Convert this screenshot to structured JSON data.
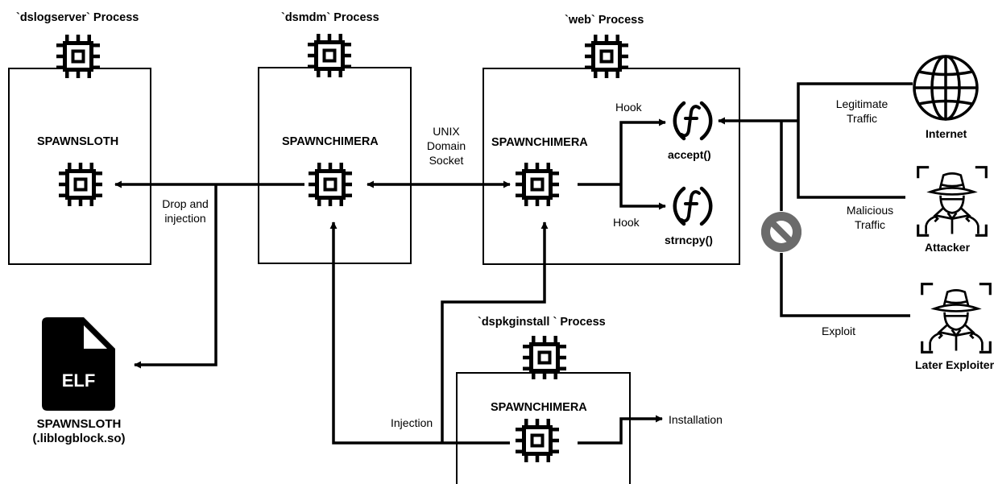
{
  "processes": {
    "dslogserver": "`dslogserver` Process",
    "dsmdm": "`dsmdm` Process",
    "web": "`web` Process",
    "dspkginstall": "`dspkginstall ` Process"
  },
  "boxes": {
    "dslogserver": "SPAWNSLOTH",
    "dsmdm": "SPAWNCHIMERA",
    "web": "SPAWNCHIMERA",
    "dspkginstall": "SPAWNCHIMERA"
  },
  "edges": {
    "drop_injection": [
      "Drop and",
      "injection"
    ],
    "unix_socket": [
      "UNIX",
      "Domain",
      "Socket"
    ],
    "hook_top": "Hook",
    "hook_bottom": "Hook",
    "injection": "Injection",
    "installation": "Installation",
    "legit_traffic": [
      "Legitimate",
      "Traffic"
    ],
    "malicious_traffic": [
      "Malicious",
      "Traffic"
    ],
    "exploit": "Exploit"
  },
  "functions": {
    "accept": "accept()",
    "strncpy": "strncpy()"
  },
  "elf": {
    "badge": "ELF",
    "name": "SPAWNSLOTH",
    "file": "(.liblogblock.so)"
  },
  "actors": {
    "internet": "Internet",
    "attacker": "Attacker",
    "later_exploiter": "Later Exploiter"
  },
  "icons": {
    "process": "cpu-chip-icon",
    "function": "function-icon",
    "internet": "globe-icon",
    "attacker": "spy-icon",
    "blocked": "prohibited-icon",
    "file": "elf-file-icon"
  }
}
